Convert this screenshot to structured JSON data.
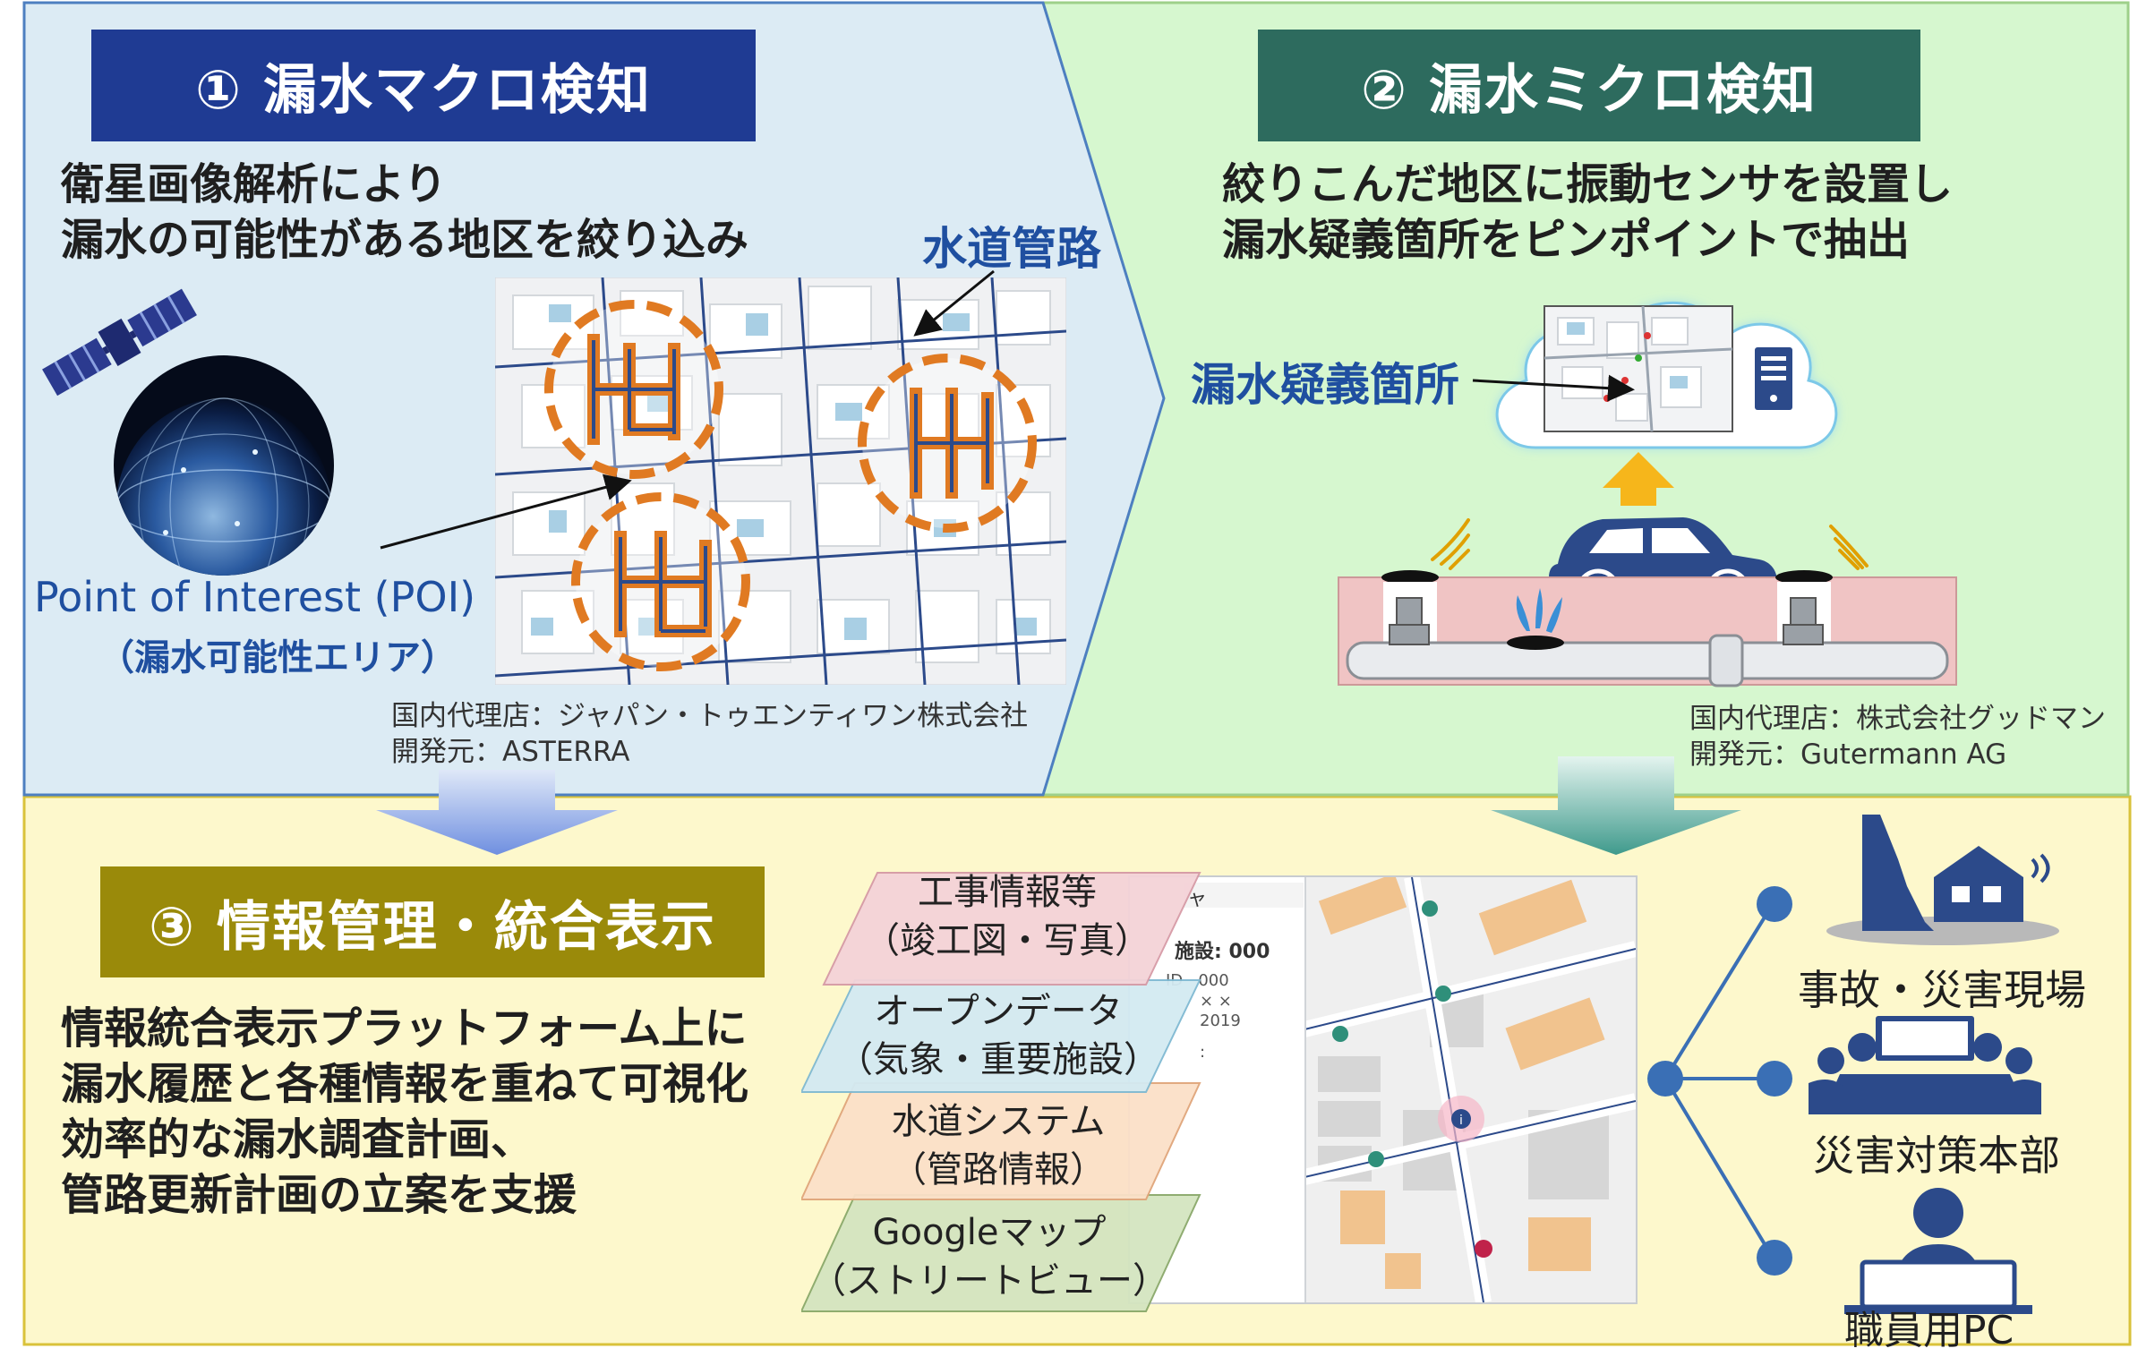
{
  "panel1": {
    "title": "① 漏水マクロ検知",
    "description": [
      "衛星画像解析により",
      "漏水の可能性がある地区を絞り込み"
    ],
    "pipe_label": "水道管路",
    "poi_label": "Point of Interest (POI)",
    "poi_sub": "（漏水可能性エリア）",
    "credits": [
      "国内代理店：ジャパン・トゥエンティワン株式会社",
      "開発元：ASTERRA"
    ]
  },
  "panel2": {
    "title": "② 漏水ミクロ検知",
    "description": [
      "絞りこんだ地区に振動センサを設置し",
      "漏水疑義箇所をピンポイントで抽出"
    ],
    "leak_label": "漏水疑義箇所",
    "credits": [
      "国内代理店：株式会社グッドマン",
      "開発元：Gutermann AG"
    ]
  },
  "panel3": {
    "title": "③ 情報管理・統合表示",
    "description": [
      "情報統合表示プラットフォーム上に",
      "漏水履歴と各種情報を重ねて可視化",
      "効率的な漏水調査計画、",
      "管路更新計画の立案を支援"
    ],
    "layers": [
      {
        "line1": "工事情報等",
        "line2": "（竣工図・写真）",
        "color": "#f4d3d8"
      },
      {
        "line1": "オープンデータ",
        "line2": "（気象・重要施設）",
        "color": "#d3eaf2"
      },
      {
        "line1": "水道システム",
        "line2": "（管路情報）",
        "color": "#fbe0c8"
      },
      {
        "line1": "Googleマップ",
        "line2": "（ストリートビュー）",
        "color": "#d4e5c0"
      }
    ],
    "map_panel": {
      "header": "ャ",
      "facility": "施設: 000",
      "id_line": "ID   000",
      "x_line": "× ×",
      "year_line": "2019",
      "dots": ":"
    },
    "nodes": [
      "事故・災害現場",
      "災害対策本部",
      "職員用PC"
    ]
  },
  "colors": {
    "panel1_bg": "#dcebf4",
    "panel2_bg": "#d6f7cf",
    "panel3_bg": "#fdf8cc",
    "title1": "#1f3b93",
    "title2": "#2d6b5e",
    "title3": "#9a8a0a",
    "node_blue": "#3a6fb5",
    "orange": "#e07a22"
  }
}
